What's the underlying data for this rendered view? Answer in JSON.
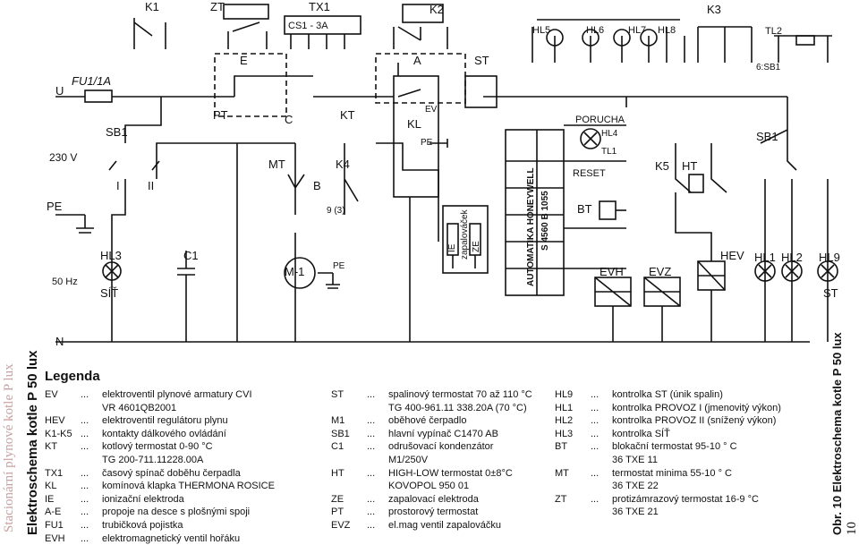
{
  "side": {
    "watermark": "Stacionární plynové kotle P lux",
    "title": "Elektroschema kotle P 50 lux",
    "right_title": "Obr. 10 Elektroschema kotle P 50 lux",
    "page_number": "10"
  },
  "diagram_labels": {
    "U": "U",
    "fu1a": "FU1/1A",
    "sb1": "SB1",
    "pe": "PE",
    "v230": "230 V",
    "hz50": "50 Hz",
    "N": "N",
    "hl3": "HL3",
    "sit": "SÍŤ",
    "c1": "C1",
    "roman1": "I",
    "roman2": "II",
    "k1": "K1",
    "zt": "ZT",
    "tx1": "TX1",
    "cs1": "CS1 - 3A",
    "k2": "K2",
    "k3": "K3",
    "E": "E",
    "A": "A",
    "ST": "ST",
    "PT": "PT",
    "C": "C",
    "KT": "KT",
    "KL": "KL",
    "EV": "EV",
    "PE2": "PE",
    "MT": "MT",
    "K4": "K4",
    "B": "B",
    "M1": "M-1",
    "PE3": "PE",
    "ie": "IE",
    "zapalovacek": "zapalováček",
    "ze": "ZE",
    "automatika": "AUTOMATIKA HONEYWELL",
    "automatika2": "S 4560 B 1055",
    "porucha": "PORUCHA",
    "hl4": "HL4",
    "tl1": "TL1",
    "reset": "RESET",
    "bt": "BT",
    "evh": "EVH",
    "evz": "EVZ",
    "hev": "HEV",
    "k5": "K5",
    "ht": "HT",
    "hl5": "HL5",
    "hl6": "HL6",
    "hl7": "HL7",
    "hl8": "HL8",
    "tl2": "TL2",
    "sb1b": "SB1",
    "hl1": "HL1",
    "hl2": "HL2",
    "hl9": "HL9",
    "st_b": "ST",
    "n9_3": "9 (3)",
    "term_sb1": "6:SB1"
  },
  "legend": {
    "title": "Legenda",
    "col1": [
      {
        "key": "EV",
        "value": "elektroventil plynové armatury CVI"
      },
      {
        "key": "",
        "value": "VR 4601QB2001"
      },
      {
        "key": "HEV",
        "value": "elektroventil regulátoru plynu"
      },
      {
        "key": "K1-K5",
        "value": "kontakty dálkového ovládání"
      },
      {
        "key": "KT",
        "value": "kotlový termostat 0-90 °C"
      },
      {
        "key": "",
        "value": "TG 200-711.11228.00A"
      },
      {
        "key": "TX1",
        "value": "časový spínač doběhu čerpadla"
      },
      {
        "key": "KL",
        "value": "komínová klapka THERMONA ROSICE"
      },
      {
        "key": "IE",
        "value": "ionizační elektroda"
      },
      {
        "key": "A-E",
        "value": "propoje na desce s plošnými spoji"
      },
      {
        "key": "FU1",
        "value": "trubičková pojistka"
      },
      {
        "key": "EVH",
        "value": "elektromagnetický ventil hořáku"
      }
    ],
    "col2": [
      {
        "key": "ST",
        "value": "spalinový termostat 70 až 110 °C"
      },
      {
        "key": "",
        "value": "TG 400-961.11 338.20A (70 °C)"
      },
      {
        "key": "M1",
        "value": "oběhové čerpadlo"
      },
      {
        "key": "SB1",
        "value": "hlavní vypínač C1470 AB"
      },
      {
        "key": "C1",
        "value": "odrušovací kondenzátor"
      },
      {
        "key": "",
        "value": "M1/250V"
      },
      {
        "key": "HT",
        "value": "HIGH-LOW termostat 0±8°C"
      },
      {
        "key": "",
        "value": "KOVOPOL 950 01"
      },
      {
        "key": "ZE",
        "value": "zapalovací elektroda"
      },
      {
        "key": "PT",
        "value": "prostorový termostat"
      },
      {
        "key": "EVZ",
        "value": "el.mag ventil zapalováčku"
      }
    ],
    "col3": [
      {
        "key": "HL9",
        "value": "kontrolka ST (únik spalin)"
      },
      {
        "key": "",
        "value": ""
      },
      {
        "key": "HL1",
        "value": "kontrolka PROVOZ I (jmenovitý výkon)"
      },
      {
        "key": "HL2",
        "value": "kontrolka PROVOZ II (snížený výkon)"
      },
      {
        "key": "HL3",
        "value": "kontrolka SÍŤ"
      },
      {
        "key": "BT",
        "value": "blokační termostat 95-10 ° C"
      },
      {
        "key": "",
        "value": "36 TXE 11"
      },
      {
        "key": "MT",
        "value": "termostat minima 55-10 ° C"
      },
      {
        "key": "",
        "value": "36 TXE 22"
      },
      {
        "key": "ZT",
        "value": "protizámrazový termostat 16-9 °C"
      },
      {
        "key": "",
        "value": "36 TXE 21"
      }
    ]
  }
}
